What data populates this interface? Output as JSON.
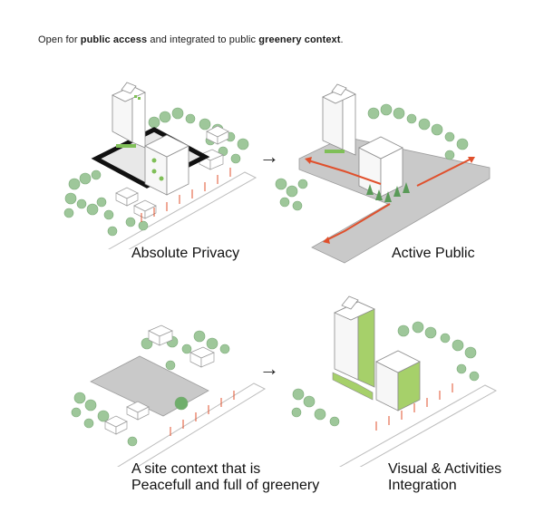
{
  "intro": {
    "prefix": "Open for ",
    "bold1": "public access",
    "middle": " and integrated to public ",
    "bold2": "greenery context",
    "suffix": "."
  },
  "panels": {
    "top_left": {
      "label": "Absolute Privacy"
    },
    "top_right": {
      "label": "Active Public"
    },
    "bottom_left": {
      "label_line1": "A site context that is",
      "label_line2": "Peacefull and full of greenery"
    },
    "bottom_right": {
      "label_line1": "Visual & Activities",
      "label_line2": "Integration"
    }
  },
  "arrows": {
    "top": "→",
    "bottom": "→"
  },
  "colors": {
    "tree": "#8fbf8a",
    "tree_dark": "#5a9a58",
    "accent_green": "#a6d06a",
    "fence_red": "#e0502c",
    "site_grey": "#c9c9c9",
    "building_white": "#ffffff"
  }
}
